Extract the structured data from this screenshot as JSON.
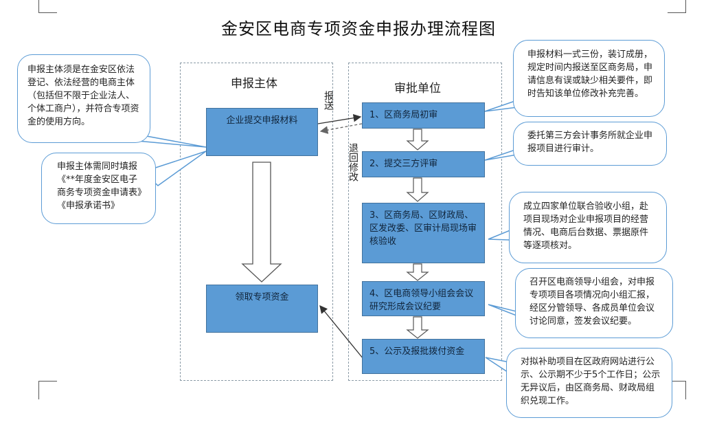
{
  "title": "金安区电商专项资金申报办理流程图",
  "lanes": {
    "applicant": "申报主体",
    "approver": "审批单位"
  },
  "applicant_boxes": {
    "submit": "企业提交申报材料",
    "receive": "领取专项资金"
  },
  "steps": [
    "1、区商务局初审",
    "2、提交三方评审",
    "3、区商务局、区财政局、区发改委、区审计局现场审核验收",
    "4、区电商领导小组会会议研究形成会议纪要",
    "5、公示及报批拨付资金"
  ],
  "arrow_labels": {
    "send": "报送",
    "return": "退回修改"
  },
  "callouts": {
    "subject_requirement": "申报主体须是在金安区依法登记、依法经营的电商主体（包括但不限于企业法人、个体工商户），并符合专项资金的使用方向。",
    "forms": "申报主体需同时填报《**年度金安区电子商务专项资金申请表》《申报承诺书》",
    "materials": "申报材料一式三份，装订成册，规定时间内报送至区商务局，申请信息有误或缺少相关要件，即时告知该单位修改补充完善。",
    "audit": "委托第三方会计事务所就企业申报项目进行审计。",
    "inspection": "成立四家单位联合验收小组，赴项目现场对企业申报项目的经营情况、电商后台数据、票据原件等逐项核对。",
    "meeting": "召开区电商领导小组会，对申报专项项目各项情况向小组汇报，经区分管领导、各成员单位会议讨论同意，签发会议纪要。",
    "publicity": "对拟补助项目在区政府网站进行公示、公示期不少于5个工作日；公示无异议后，由区商务局、财政局组织兑现工作。"
  },
  "colors": {
    "box_fill": "#5b9bd5",
    "box_border": "#41719c",
    "callout_border": "#5b9bd5",
    "lane_border": "#8a9aa6"
  }
}
